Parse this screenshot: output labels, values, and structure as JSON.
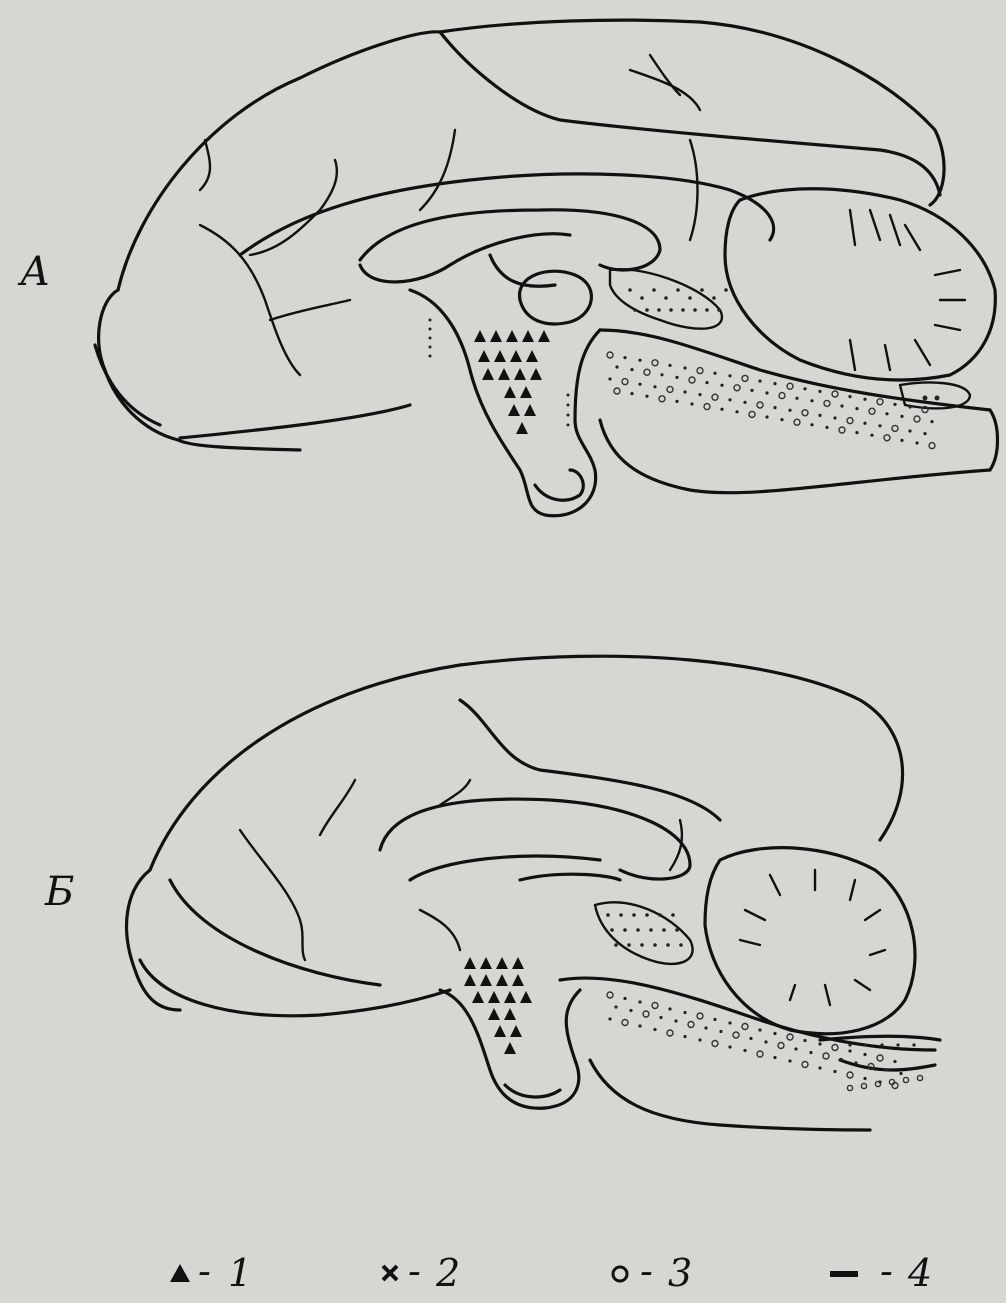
{
  "panels": [
    {
      "label": "А"
    },
    {
      "label": "Б"
    }
  ],
  "legend": [
    {
      "symbol": "▲",
      "separator": "-",
      "number": "1"
    },
    {
      "symbol": "×",
      "separator": "-",
      "number": "2"
    },
    {
      "symbol": "○",
      "separator": "-",
      "number": "3"
    },
    {
      "symbol": "—",
      "separator": "-",
      "number": "4"
    }
  ],
  "colors": {
    "background": "#d6d6d3",
    "ink": "#111111"
  }
}
